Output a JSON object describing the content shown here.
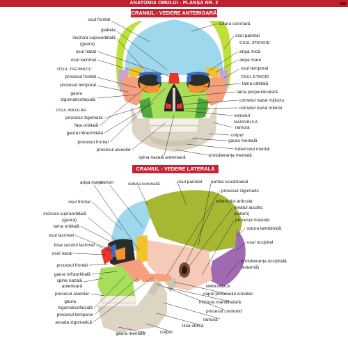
{
  "header": {
    "title": "ANATOMIA OMULUI - PLANȘA NR. 2"
  },
  "sections": {
    "anterior": "CRANIUL - VEDERE ANTERIOARĂ",
    "lateral": "CRANIUL - VEDERE LATERALĂ"
  },
  "anterior_left": [
    "osul frontal",
    "glabela",
    "incizura supraorbitală",
    "(gaura)",
    "osul nazal",
    "osul lacrimal",
    "OSUL ZIGOMATIC",
    "procesul frontal",
    "procesul temporal",
    "gaura",
    "zigomaticofacială",
    "OSUL MAXILAR",
    "procesul zigomatic",
    "fața orbitală",
    "gaura infraorbitală",
    "procesul frontal",
    "procesul alveolar",
    "spina nazală anterioară"
  ],
  "anterior_right": [
    "sutura coronară",
    "osul parietal",
    "OSUL SFENOID",
    "aripa mică",
    "aripa mare",
    "osul temporal",
    "OSUL ETMOID",
    "lama orbitală",
    "lama perpendiculară",
    "cornetul nazal mijlociu",
    "cornetul nazal inferior",
    "vomerul",
    "MANDIBULA",
    "ramura",
    "corpul",
    "gaura mentală",
    "tuberculul mental",
    "protuberanța mentală"
  ],
  "lateral_top": [
    "aripa mare",
    "pterion",
    "sutura coronară",
    "osul parietal",
    "partea scuamoasă"
  ],
  "lateral_right": [
    "procesul zigomatic",
    "tuberculul articular",
    "meatul acustic",
    "(extern)",
    "procesul mastoid",
    "sutura lambdoidă",
    "osul occipital",
    "protuberanța occipitală",
    "(externă)",
    "MANDIBULA",
    "capul procesului condilar",
    "incizura mandibulară",
    "procesul coronoid",
    "ramura",
    "linia oblică",
    "corpul"
  ],
  "lateral_left": [
    "osul frontal",
    "incizura supraorbitală",
    "(gaura)",
    "lama orbitală",
    "osul lacrimal",
    "fosa sacului lacrimal",
    "osul nazal",
    "procesul frontal",
    "gaura infraorbitală",
    "spina nazală",
    "anterioară",
    "procesul alveolar",
    "gaura",
    "zigomaticofacială",
    "procesul temporar",
    "arcada zigomatică",
    "gaura mentală"
  ],
  "colors": {
    "frontal": "#9fd7ec",
    "parietal": "#bfe03b",
    "temporal": "#c4a4d3",
    "sphenoid": "#f4c229",
    "zygomatic": "#f4a07f",
    "maxilla": "#a6e05a",
    "nasal": "#e9352a",
    "lacrimal": "#3b6ec3",
    "ethmoid": "#f7932c",
    "occipital": "#9f6ab2",
    "mandible": "#ddd5c4",
    "greenbone": "#4fa83e",
    "parietal_lat": "#a7b734",
    "temporal_lat": "#f6c9b8",
    "accent": "#c62333"
  }
}
